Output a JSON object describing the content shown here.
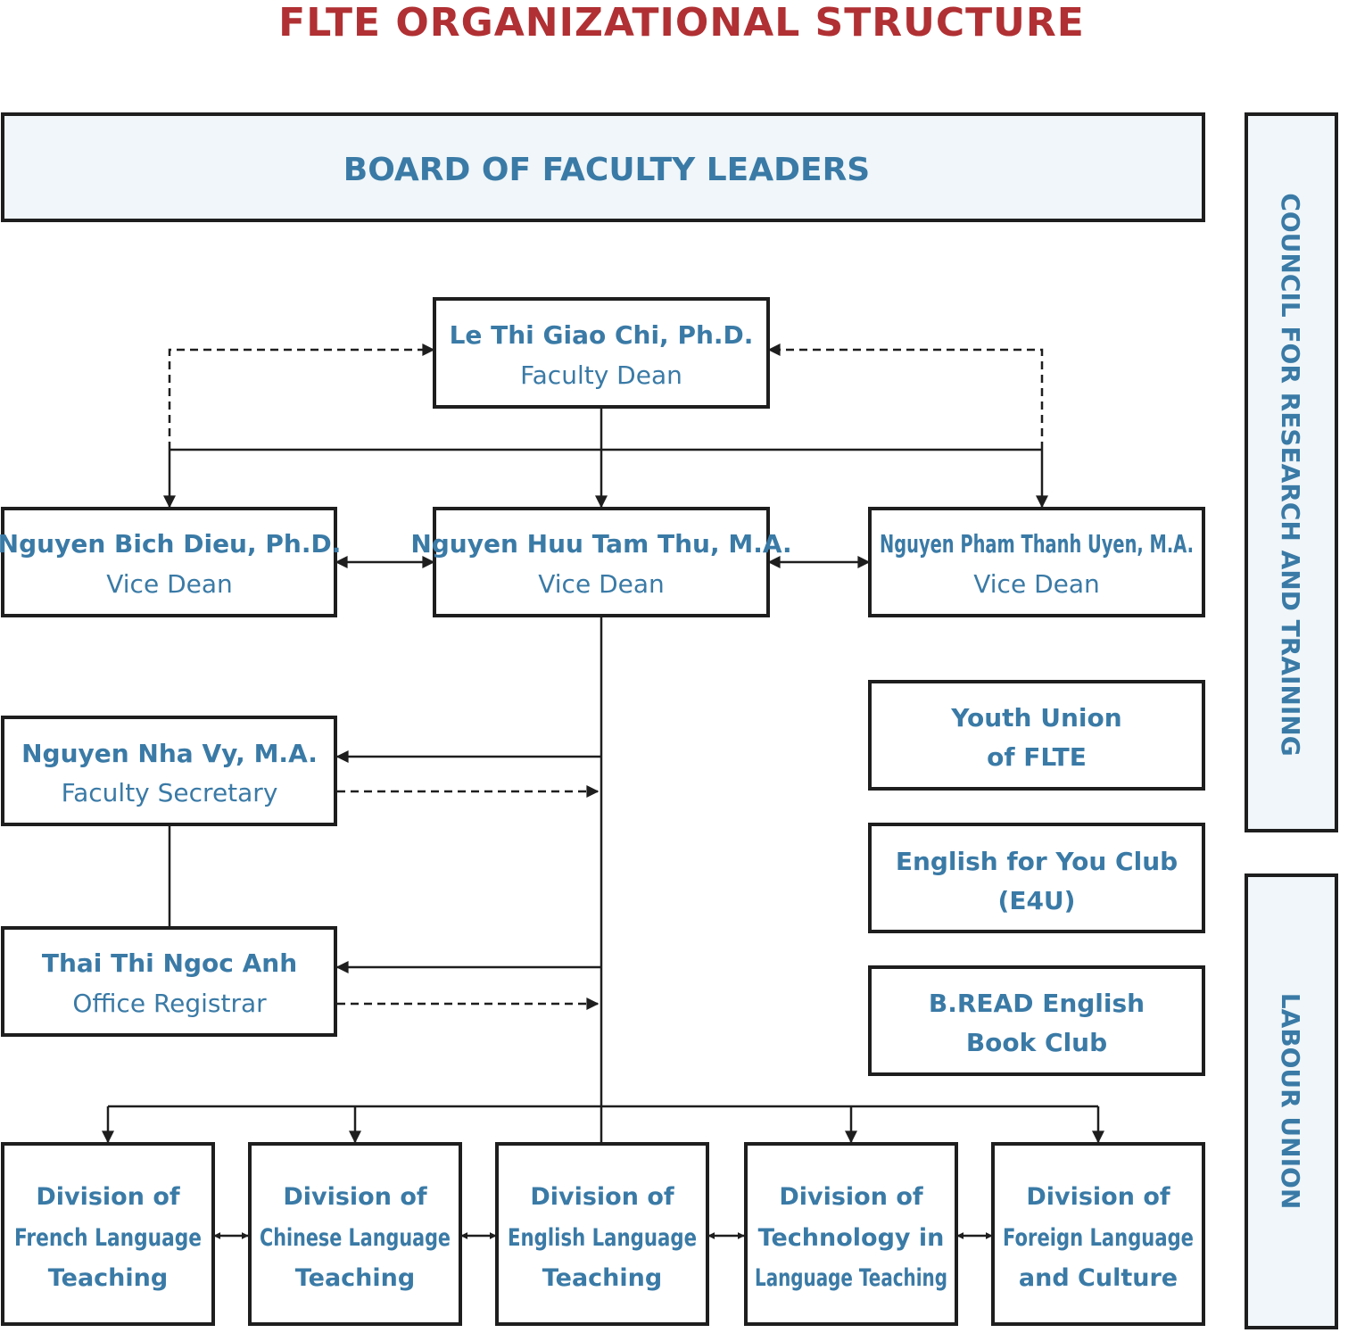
{
  "title": "FLTE ORGANIZATIONAL STRUCTURE",
  "board": "BOARD OF FACULTY LEADERS",
  "sidebars": {
    "council": "COUNCIL FOR RESEARCH AND TRAINING",
    "labour": "LABOUR UNION"
  },
  "dean": {
    "name": "Le Thi Giao Chi, Ph.D.",
    "role": "Faculty Dean"
  },
  "vice_deans": [
    {
      "name": "Nguyen Bich Dieu, Ph.D.",
      "role": "Vice Dean"
    },
    {
      "name": "Nguyen Huu Tam Thu, M.A.",
      "role": "Vice Dean"
    },
    {
      "name": "Nguyen Pham Thanh Uyen, M.A.",
      "role": "Vice Dean"
    }
  ],
  "staff": [
    {
      "name": "Nguyen Nha Vy, M.A.",
      "role": "Faculty Secretary"
    },
    {
      "name": "Thai Thi Ngoc Anh",
      "role": "Office Registrar"
    }
  ],
  "clubs": [
    {
      "lines": [
        "Youth Union",
        "of FLTE"
      ]
    },
    {
      "lines": [
        "English for You Club",
        "(E4U)"
      ]
    },
    {
      "lines": [
        "B.READ English",
        "Book Club"
      ]
    }
  ],
  "divisions": [
    {
      "lines": [
        "Division of",
        "French Language",
        "Teaching"
      ]
    },
    {
      "lines": [
        "Division of",
        "Chinese Language",
        "Teaching"
      ]
    },
    {
      "lines": [
        "Division of",
        "English Language",
        "Teaching"
      ]
    },
    {
      "lines": [
        "Division of",
        "Technology in",
        "Language Teaching"
      ]
    },
    {
      "lines": [
        "Division of",
        "Foreign Language",
        "and Culture"
      ]
    }
  ]
}
